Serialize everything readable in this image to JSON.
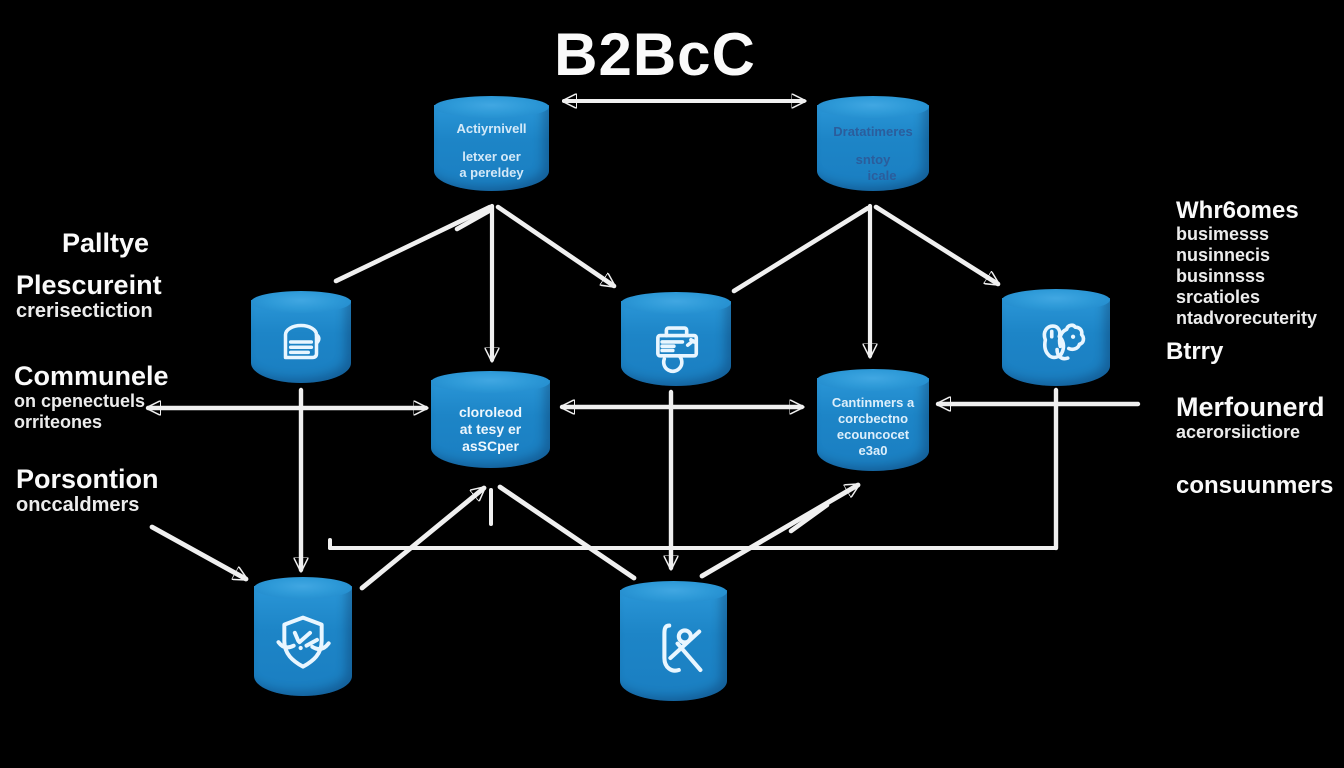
{
  "title": "B2BcC",
  "colors": {
    "background": "#000000",
    "cylinder_blue": "#1e86c8",
    "cylinder_top_blue": "#2f9ad8",
    "arrow_white": "#f0f0f0"
  },
  "nodes": {
    "top_left": {
      "line1": "Actiyrnivell",
      "line2": "letxer oer",
      "line3": "a pereldey"
    },
    "top_right": {
      "line1": "Dratatimeres",
      "line2": "sntoy",
      "line3": "icale"
    },
    "mid_left": {
      "line1": "cloroleod",
      "line2": "at tesy er",
      "line3": "asSCper"
    },
    "mid_right": {
      "line1": "Cantinmers a",
      "line2": "corcbectno",
      "line3": "ecouncocet",
      "line4": "e3a0"
    }
  },
  "icons": {
    "row2_left": "document-lines-icon",
    "row2_middle": "mail-note-icon",
    "row2_right": "abstract-support-icon",
    "row3_left": "shield-check-icon",
    "row3_middle": "person-check-icon"
  },
  "labels_left": {
    "palltye": {
      "heading": "Palltye"
    },
    "plescureint": {
      "heading": "Plescureint",
      "sub1": "crerisectiction"
    },
    "communele": {
      "heading": "Communele",
      "sub1": "on cpenectuels",
      "sub2": "orriteones"
    },
    "porsontion": {
      "heading": "Porsontion",
      "sub1": "onccaldmers"
    }
  },
  "labels_right": {
    "whrbomes": {
      "heading": "Whr6omes",
      "sub1": "busimesss",
      "sub2": "nusinnecis",
      "sub3": "businnsss srcatioles",
      "sub4": "ntadvorecuterity"
    },
    "btrry": {
      "heading": "Btrry"
    },
    "merfounerd": {
      "heading": "Merfounerd",
      "sub1": "acerorsiictiore"
    },
    "consuunmers": {
      "heading": "consuunmers"
    }
  }
}
